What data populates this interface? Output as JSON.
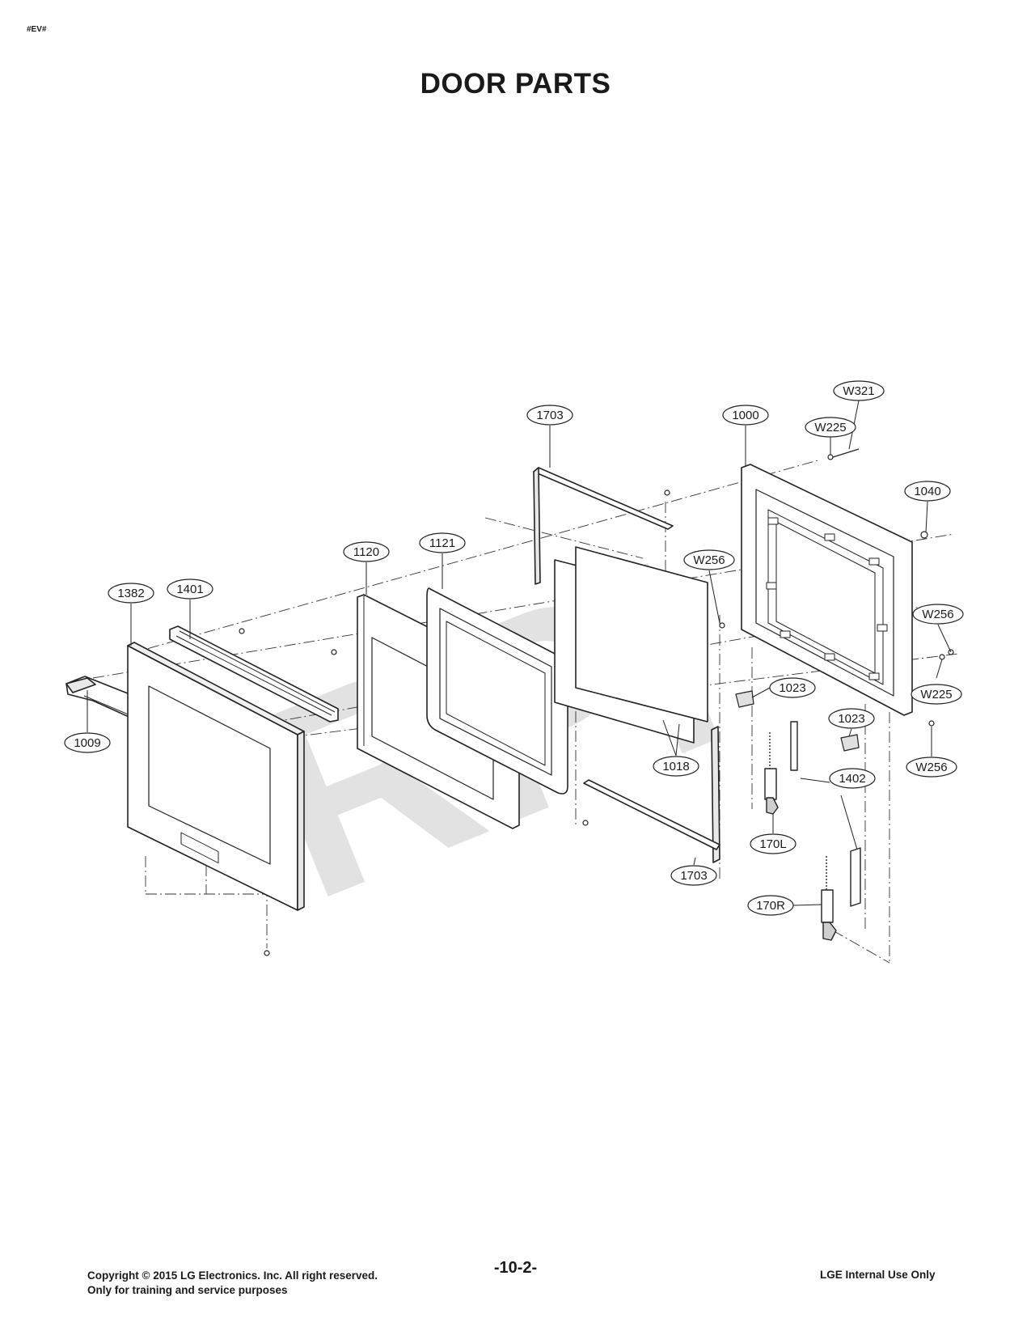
{
  "header": {
    "corner_tag": "#EV#",
    "title": "DOOR PARTS"
  },
  "watermark": "RPI",
  "callouts": [
    {
      "id": "c-w321",
      "label": "W321"
    },
    {
      "id": "c-w225-top",
      "label": "W225"
    },
    {
      "id": "c-1703-top",
      "label": "1703"
    },
    {
      "id": "c-1000",
      "label": "1000"
    },
    {
      "id": "c-1040",
      "label": "1040"
    },
    {
      "id": "c-1120",
      "label": "1120"
    },
    {
      "id": "c-1121",
      "label": "1121"
    },
    {
      "id": "c-w256-mid",
      "label": "W256"
    },
    {
      "id": "c-1382",
      "label": "1382"
    },
    {
      "id": "c-1401",
      "label": "1401"
    },
    {
      "id": "c-w256-right",
      "label": "W256"
    },
    {
      "id": "c-1023-a",
      "label": "1023"
    },
    {
      "id": "c-w225-right",
      "label": "W225"
    },
    {
      "id": "c-1023-b",
      "label": "1023"
    },
    {
      "id": "c-1009",
      "label": "1009"
    },
    {
      "id": "c-1018",
      "label": "1018"
    },
    {
      "id": "c-w256-low",
      "label": "W256"
    },
    {
      "id": "c-1402",
      "label": "1402"
    },
    {
      "id": "c-170l",
      "label": "170L"
    },
    {
      "id": "c-1703-bottom",
      "label": "1703"
    },
    {
      "id": "c-170r",
      "label": "170R"
    }
  ],
  "footer": {
    "copyright": "Copyright © 2015 LG Electronics. Inc. All right reserved.",
    "usage": "Only for training and service purposes",
    "page_number": "-10-2-",
    "classification": "LGE Internal Use Only"
  }
}
